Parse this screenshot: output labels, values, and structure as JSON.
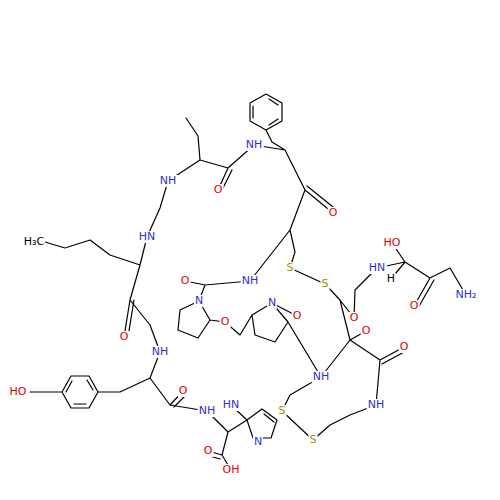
{
  "diagram": {
    "labels": [
      "NH",
      "O",
      "NH",
      "O",
      "HN",
      "H₃C",
      "HO",
      "S",
      "HN",
      "H",
      "S",
      "NH",
      "O",
      "NH₂",
      "N",
      "N",
      "O",
      "O",
      "O",
      "O",
      "O",
      "O",
      "O",
      "NH",
      "NH",
      "HO",
      "O",
      "HN",
      "NH",
      "S",
      "NH",
      "S",
      "N",
      "O",
      "OH"
    ]
  }
}
